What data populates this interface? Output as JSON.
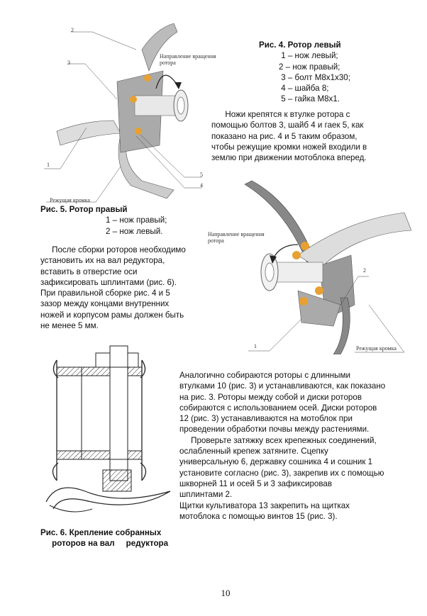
{
  "fig4": {
    "title": "Рис. 4. Ротор левый",
    "items": [
      " 1 – нож левый;",
      "2 – нож правый;",
      " 3 – болт М8х1х30;",
      " 4 – шайба 8;",
      " 5 – гайка М8х1."
    ],
    "para": [
      "      Ножи крепятся к втулке ротора с",
      "помощью болтов 3, шайб 4 и гаек 5, как",
      "показано на рис. 4 и 5 таким образом,",
      "чтобы режущие кромки ножей входили в",
      "землю при движении мотоблока вперед."
    ]
  },
  "fig4_drawing": {
    "rotation_label_1": "Направление вращения",
    "rotation_label_2": "ротора",
    "cutting_edge": "Режущая кромка",
    "callouts": [
      "1",
      "2",
      "3",
      "4",
      "5"
    ]
  },
  "fig5": {
    "title": "Рис. 5. Ротор правый",
    "items": [
      "1 – нож правый;",
      "2 – нож левый."
    ]
  },
  "fig5_drawing": {
    "rotation_label_1": "Направление вращения",
    "rotation_label_2": "ротора",
    "cutting_edge": "Режущая кромка",
    "callouts": [
      "1",
      "2"
    ]
  },
  "para_left": [
    "     После сборки роторов необходимо",
    "установить их на вал редуктора,",
    "вставить в отверстие оси",
    "зафиксировать шплинтами (рис. 6).",
    "При правильной сборке рис. 4 и 5",
    "зазор между концами внутренних",
    "ножей и корпусом рамы должен быть",
    "не менее 5 мм."
  ],
  "para_right": [
    "Аналогично собираются роторы с длинными",
    "втулками 10 (рис. 3) и устанавливаются, как показано",
    "на рис. 3. Роторы между собой и диски роторов",
    "собираются с использованием осей. Диски роторов",
    "12 (рис. 3) устанавливаются на мотоблок при",
    "проведении обработки почвы между растениями.",
    "     Проверьте затяжку всех крепежных соединений,",
    "ослабленный крепеж затяните. Сцепку",
    "универсальную 6, державку сошника 4 и сошник 1",
    "установите согласно (рис. 3), закрепив их с помощью",
    "шкворней 11 и осей 5 и 3 зафиксировав",
    "шплинтами 2.",
    "Щитки культиватора 13 закрепить на щитках",
    "мотоблока с помощью винтов 15 (рис. 3)."
  ],
  "fig6": {
    "title_1": "Рис. 6. Крепление собранных",
    "title_2": "     роторов на вал     редуктора"
  },
  "page_number": "10"
}
